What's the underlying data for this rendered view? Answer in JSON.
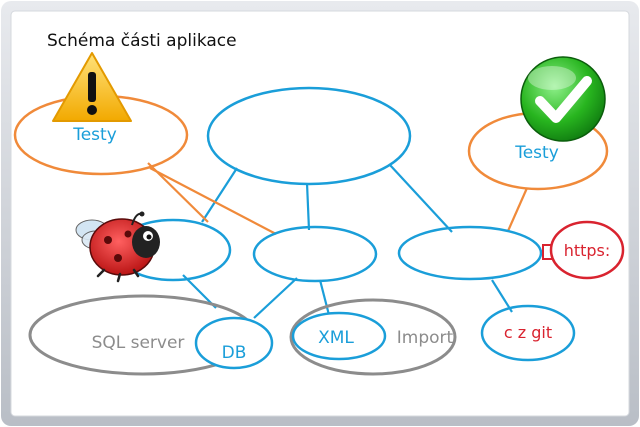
{
  "title": "Schéma části aplikace",
  "nodes": {
    "testy_warning": "Testy",
    "testy_ok": "Testy",
    "sql_server": "SQL server",
    "db": "DB",
    "xml": "XML",
    "import": "Import",
    "https": "https:",
    "c_z_git": "c z git"
  },
  "icons": {
    "warning": "warning-triangle-icon",
    "ok": "green-checkmark-icon",
    "bug": "ladybug-icon"
  },
  "colors": {
    "blue": "#1a9ed9",
    "orange": "#f08a3a",
    "red": "#d9232f",
    "gray": "#8c8c8c",
    "frame": "#c8ccd2"
  }
}
